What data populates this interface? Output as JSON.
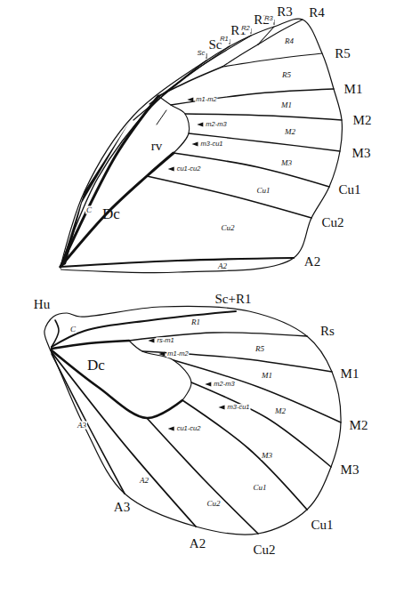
{
  "diagram": {
    "labels": [
      "Sc",
      "Sc",
      "R1",
      "R1",
      "R2",
      "R2",
      "R3",
      "R3",
      "R4",
      "R4",
      "R5",
      "R5",
      "M1",
      "M1",
      "M2",
      "M2",
      "M3",
      "M3",
      "Cu1",
      "Cu1",
      "Cu2",
      "Cu2",
      "A2",
      "A2",
      "C",
      "Dc",
      "rv",
      "m1-m2",
      "m2-m3",
      "m3-cu1",
      "cu1-cu2",
      "Hu",
      "C",
      "Sc+R1",
      "R1",
      "Rs",
      "R5",
      "rs-m1",
      "m1-m2",
      "Dc",
      "M1",
      "M1",
      "M2",
      "M2",
      "m2-m3",
      "m3-cu1",
      "cu1-cu2",
      "M3",
      "M3",
      "Cu1",
      "Cu1",
      "Cu2",
      "Cu2",
      "A2",
      "A2",
      "A3",
      "A3"
    ]
  }
}
